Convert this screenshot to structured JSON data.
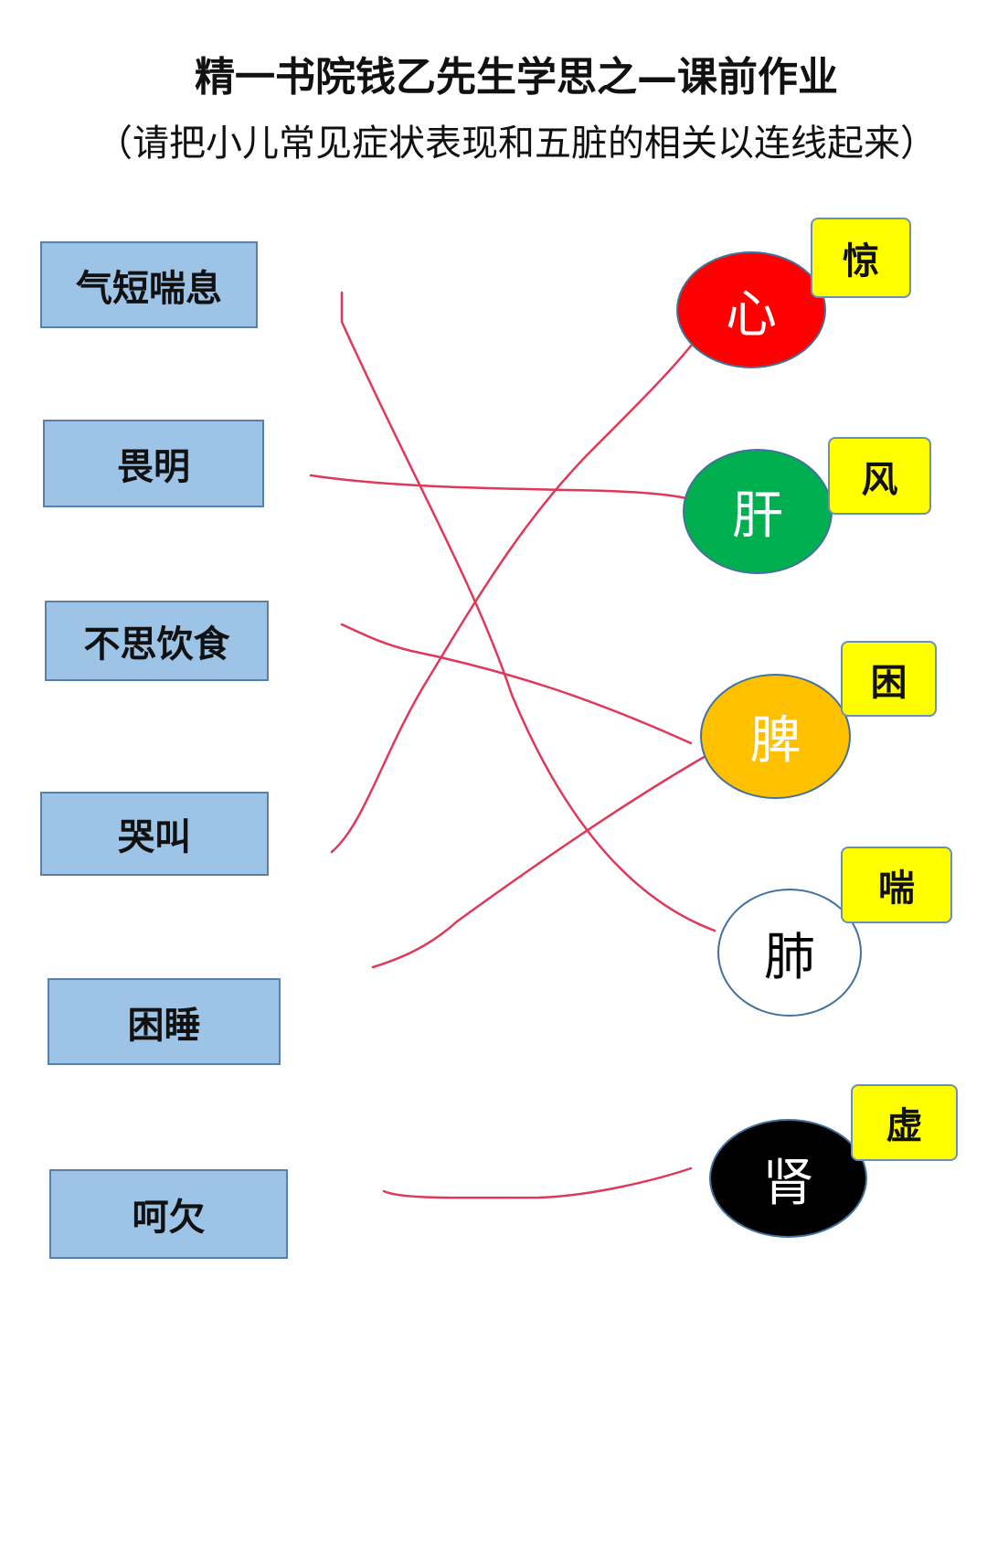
{
  "title": "精一书院钱乙先生学思之—课前作业",
  "subtitle": "（请把小儿常见症状表现和五脏的相关以连线起来）",
  "symptoms": [
    {
      "label": "气短喘息"
    },
    {
      "label": "畏明"
    },
    {
      "label": "不思饮食"
    },
    {
      "label": "哭叫"
    },
    {
      "label": "困睡"
    },
    {
      "label": "呵欠"
    }
  ],
  "organs": [
    {
      "label": "心",
      "fill": "#ff0000",
      "text_color": "#ffffff",
      "tag": "惊"
    },
    {
      "label": "肝",
      "fill": "#00b050",
      "text_color": "#ffffff",
      "tag": "风"
    },
    {
      "label": "脾",
      "fill": "#ffc000",
      "text_color": "#ffffff",
      "tag": "困"
    },
    {
      "label": "肺",
      "fill": "#ffffff",
      "text_color": "#000000",
      "tag": "喘"
    },
    {
      "label": "肾",
      "fill": "#000000",
      "text_color": "#ffffff",
      "tag": "虚"
    }
  ],
  "connections": [
    {
      "symptom": "气短喘息",
      "organ": "肺"
    },
    {
      "symptom": "畏明",
      "organ": "肝"
    },
    {
      "symptom": "不思饮食",
      "organ": "脾"
    },
    {
      "symptom": "哭叫",
      "organ": "心"
    },
    {
      "symptom": "困睡",
      "organ": "脾"
    },
    {
      "symptom": "呵欠",
      "organ": "肾"
    }
  ],
  "line_color": "#e0385a"
}
